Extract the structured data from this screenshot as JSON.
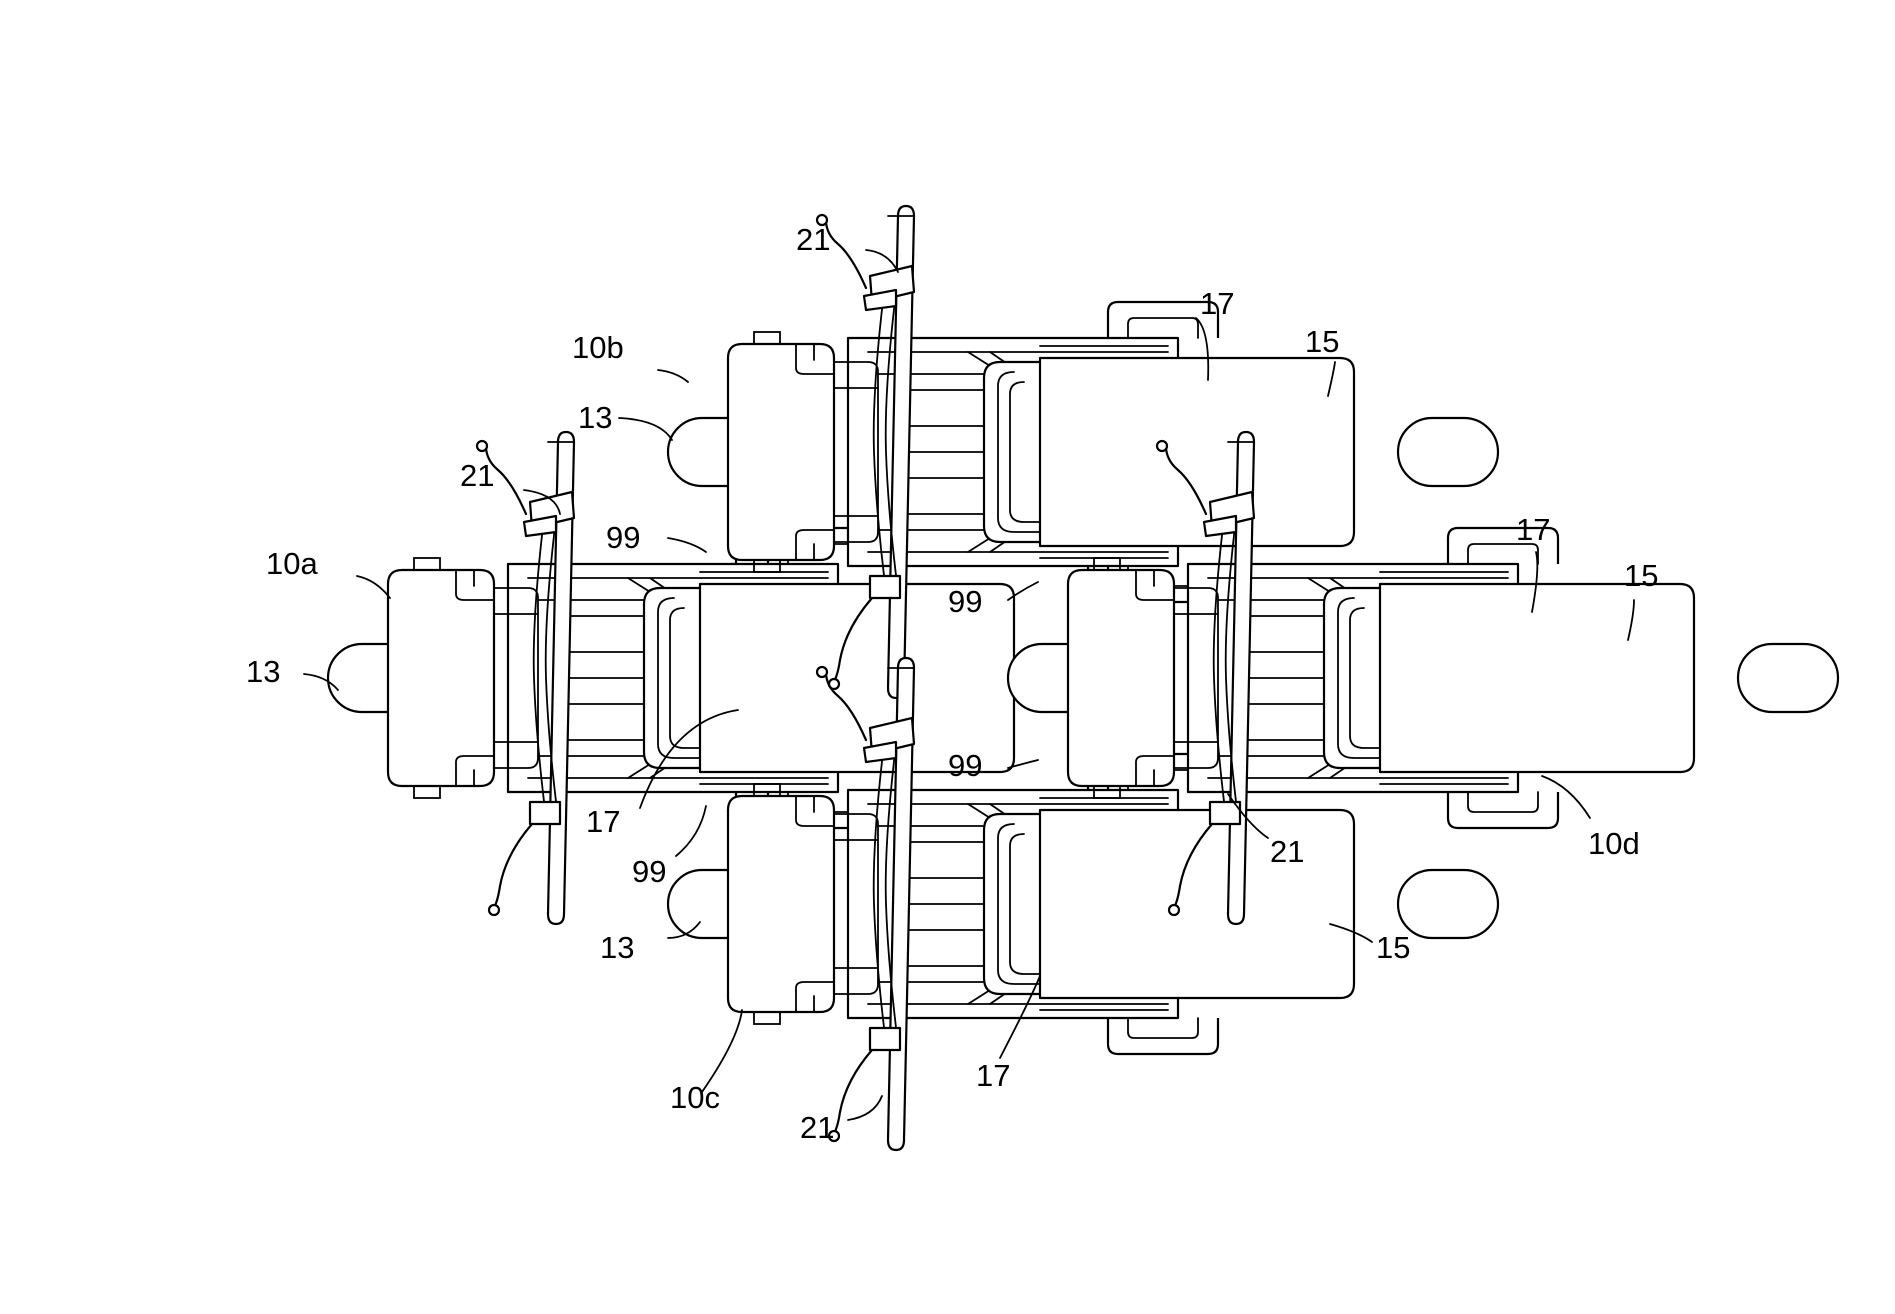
{
  "labels": {
    "unit_10a": "10a",
    "unit_10b": "10b",
    "unit_10c": "10c",
    "unit_10d": "10d",
    "front_wheel": "13",
    "rear_wheel": "15",
    "seat": "17",
    "handlebar": "21",
    "connector": "99"
  },
  "colors": {
    "line": "#000000",
    "background": "#ffffff"
  }
}
